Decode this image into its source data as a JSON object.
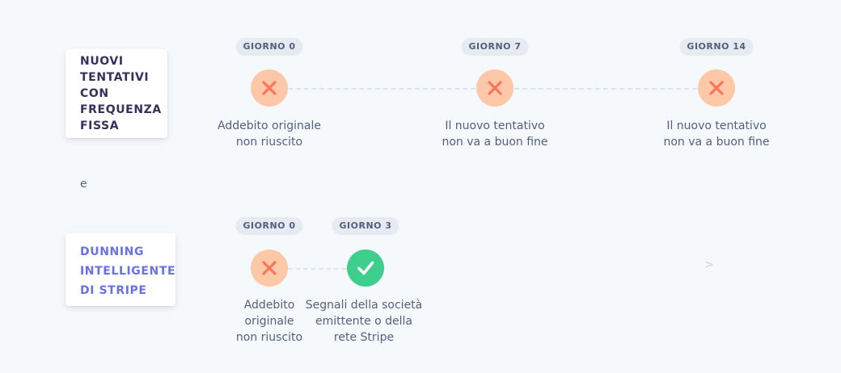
{
  "rows": {
    "fixed": {
      "label": "NUOVI TENTATIVI CON FREQUENZA FISSA",
      "steps": [
        {
          "day": "GIORNO 0",
          "status": "fail",
          "caption": "Addebito originale\nnon riuscito"
        },
        {
          "day": "GIORNO 7",
          "status": "fail",
          "caption": "Il nuovo tentativo\nnon va a buon fine"
        },
        {
          "day": "GIORNO 14",
          "status": "fail",
          "caption": "Il nuovo tentativo\nnon va a buon fine"
        }
      ]
    },
    "connector": "e",
    "smart": {
      "label": "DUNNING INTELLIGENTE DI STRIPE",
      "steps": [
        {
          "day": "GIORNO 0",
          "status": "fail",
          "caption": "Addebito\noriginale\nnon riuscito"
        },
        {
          "day": "GIORNO 3",
          "status": "success",
          "caption": "Segnali della società\nemittente o della\nrete Stripe"
        }
      ],
      "more": ">"
    }
  },
  "icons": {
    "fail": "close-x-icon",
    "success": "checkmark-icon"
  },
  "colors": {
    "background": "#f6f9fc",
    "fail_circle": "#fdc8a7",
    "fail_mark": "#fa755a",
    "success_circle": "#3ecf8e",
    "badge_bg": "#e6ebf1",
    "smart_label": "#6772e5",
    "fixed_label": "#32325d",
    "dash": "#dbe3ec"
  }
}
